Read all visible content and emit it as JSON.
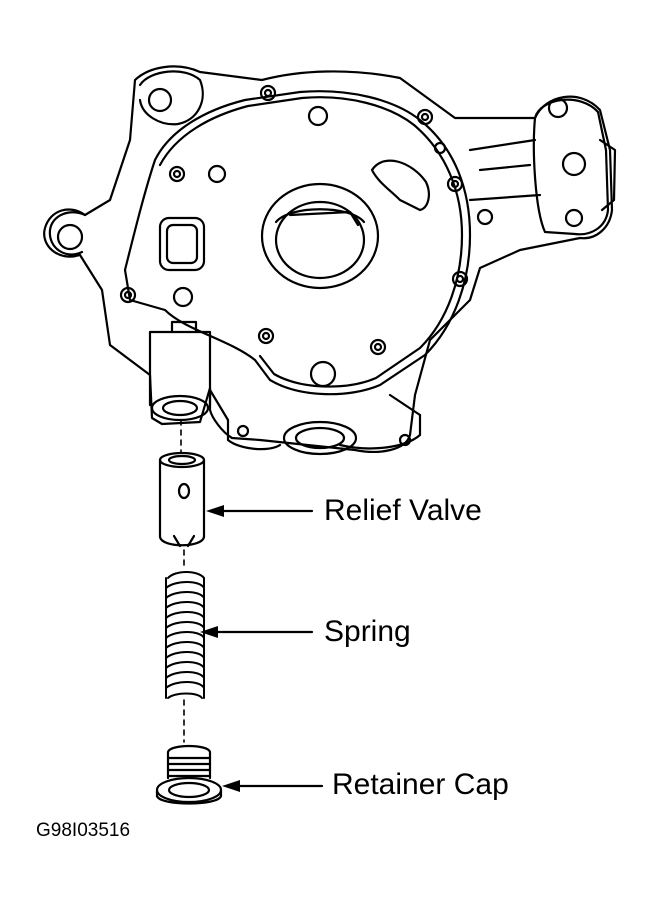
{
  "labels": {
    "relief_valve": "Relief Valve",
    "spring": "Spring",
    "retainer_cap": "Retainer Cap"
  },
  "figure_code": "G98I03516",
  "colors": {
    "ink": "#000000",
    "paper": "#ffffff"
  }
}
